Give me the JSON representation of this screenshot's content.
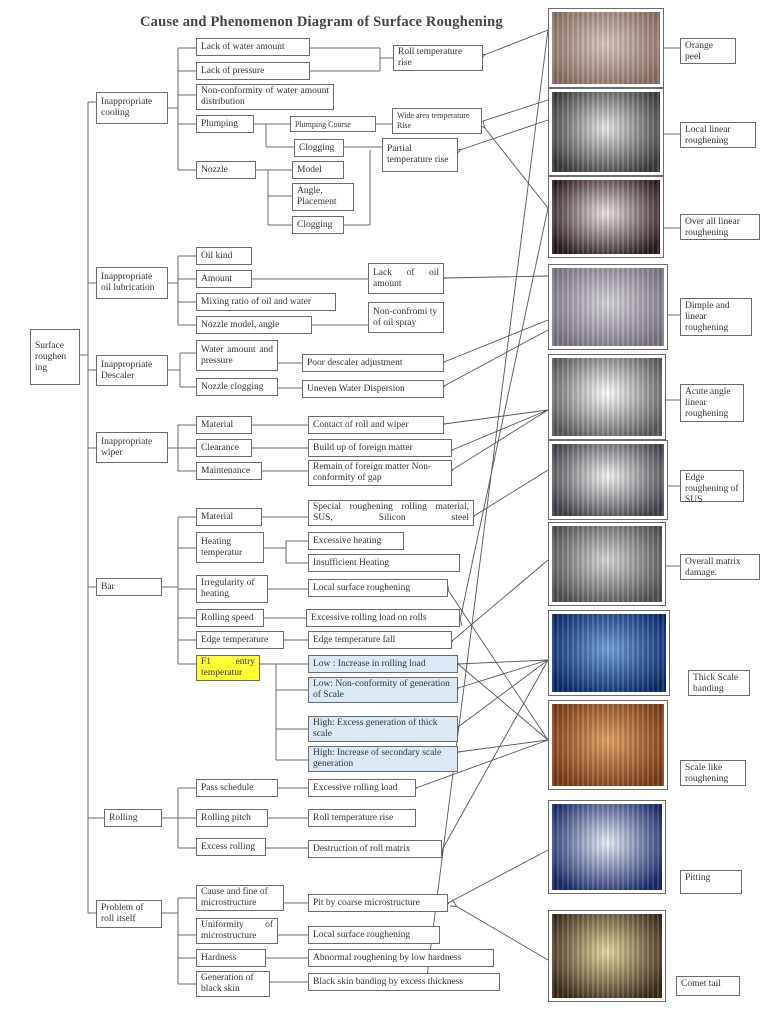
{
  "title": "Cause and Phenomenon Diagram of Surface Roughening",
  "root": "Surface roughen ing",
  "categories": {
    "cooling": "Inappropriate cooling",
    "lubrication": "Inappropriate oil lubrication",
    "descaler": "Inappropriate Descaler",
    "wiper": "Inappropriate wiper",
    "bar": "Bar",
    "rolling": "Rolling",
    "roll": "Problem of roll itself"
  },
  "causes": {
    "lack_water": "Lack of water amount",
    "lack_pressure": "Lack of pressure",
    "nonconformity_water": "Non-conformity of water amount distribution",
    "plumping": "Plumping",
    "plumping_course": "Plumping Course",
    "clogging_1": "Clogging",
    "nozzle": "Nozzle",
    "model": "Model",
    "angle_placement": "Angle, Placement",
    "clogging_2": "Clogging",
    "oil_kind": "Oil kind",
    "amount": "Amount",
    "mixing_ratio": "Mixing ratio of oil and water",
    "nozzle_model_angle": "Nozzle model, angle",
    "water_amount_pressure": "Water amount and pressure",
    "nozzle_clogging": "Nozzle clogging",
    "material_w": "Material",
    "clearance": "Clearance",
    "maintenance": "Maintenance",
    "material_b": "Material",
    "heating_temp": "Heating temperatur",
    "irregularity_heating": "Irregularity of heating",
    "rolling_speed": "Rolling speed",
    "edge_temperature": "Edge temperature",
    "f1_entry": "F1 entry temperatur",
    "pass_schedule": "Pass schedule",
    "rolling_pitch": "Rolling pitch",
    "excess_rolling": "Excess rolling",
    "cause_fine_micro": "Cause and fine of microstructure",
    "uniformity_micro": "Uniformity of microstructure",
    "hardness": "Hardness",
    "generation_black_skin": "Generation of black skin"
  },
  "effects": {
    "roll_temp_rise_1": "Roll temperature rise",
    "wide_area_temp_rise": "Wide area temperature Rise",
    "partial_temp_rise": "Partial temperature rise",
    "lack_of_oil": "Lack of oil amount",
    "nonconformity_oil_spray": "Non-confromi ty of oil spray",
    "poor_descaler": "Poor descaler adjustment",
    "uneven_water": "Uneven Water Dispersion",
    "contact_roll_wiper": "Contact of roll and wiper",
    "build_up": "Build up of foreign matter",
    "remain_foreign": "Remain of foreign matter Non-conformity of gap",
    "special_roughening": "Special roughening rolling material, SUS, Silicon steel",
    "excessive_heating": "Excessive heating",
    "insufficient_heating": "Insufficient Heating",
    "local_surface_1": "Local surface roughening",
    "excessive_rolling_load_rolls": "Excessive rolling load on rolls",
    "edge_temp_fall": "Edge temperature fall",
    "low_increase": "Low : Increase in rolling load",
    "low_nonconformity": "Low: Non-conformity of generation of Scale",
    "high_excess": "High: Excess generation of thick scale",
    "high_increase": "High: Increase of secondary scale generation",
    "excessive_rolling_load": "Excessive rolling load",
    "roll_temp_rise_2": "Roll temperature rise",
    "destruction": "Destruction of roll matrix",
    "pit_coarse": "Pit by coarse microstructure",
    "local_surface_2": "Local surface roughening",
    "abnormal_roughening": "Abnormal roughening by low hardness",
    "black_skin_banding": "Black skin banding by excess thickness"
  },
  "phenomena": [
    {
      "label": "Orange peel",
      "c1": "#d9c7bd",
      "c2": "#8a6f64"
    },
    {
      "label": "Local linear roughening",
      "c1": "#e8e8e8",
      "c2": "#3a3a3a"
    },
    {
      "label": "Over all linear roughening",
      "c1": "#f0e4e4",
      "c2": "#2a1a1a"
    },
    {
      "label": "Dimple and linear roughening",
      "c1": "#d8d4dc",
      "c2": "#7a7480"
    },
    {
      "label": "Acute angle linear roughening",
      "c1": "#ffffff",
      "c2": "#5a5a5a"
    },
    {
      "label": "Edge roughening of SUS",
      "c1": "#f5f5f5",
      "c2": "#3f4248"
    },
    {
      "label": "Overall matrix damage.",
      "c1": "#d8d8d8",
      "c2": "#505050"
    },
    {
      "label": "Thick Scale banding",
      "c1": "#6f9fe0",
      "c2": "#0b2a6a"
    },
    {
      "label": "Scale like roughening",
      "c1": "#e0a060",
      "c2": "#7a3a18"
    },
    {
      "label": "Pitting",
      "c1": "#e8eefa",
      "c2": "#1a2a6a"
    },
    {
      "label": "Comet tail",
      "c1": "#e8d8a0",
      "c2": "#3a2a1a"
    }
  ],
  "colors": {
    "highlight_yellow": "#ffff33",
    "highlight_blue": "#dbe9f7",
    "line": "#6b6b6b"
  }
}
